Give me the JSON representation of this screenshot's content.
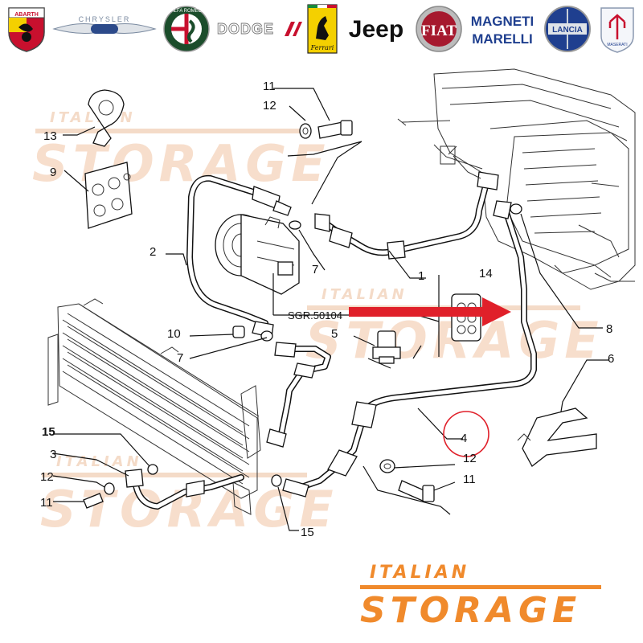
{
  "brands": [
    {
      "key": "abarth",
      "label": "ABARTH",
      "color": "#c8102e"
    },
    {
      "key": "chrysler",
      "label": "CHRYSLER",
      "color": "#7a8aa0"
    },
    {
      "key": "alfa",
      "label": "ALFA ROMEO",
      "color": "#1b4d2b"
    },
    {
      "key": "dodge",
      "label": "DODGE",
      "color": "#c8102e"
    },
    {
      "key": "ferrari",
      "label": "Ferrari",
      "color": "#f4d000"
    },
    {
      "key": "jeep",
      "label": "Jeep",
      "color": "#111111"
    },
    {
      "key": "fiat",
      "label": "FIAT",
      "color": "#a6192e"
    },
    {
      "key": "magneti",
      "label_1": "MAGNETI",
      "label_2": "MARELLI",
      "color": "#1f3f8f"
    },
    {
      "key": "lancia",
      "label": "LANCIA",
      "color": "#1f3f8f"
    },
    {
      "key": "maserati",
      "label": "MASERATI",
      "color": "#1f3f8f"
    }
  ],
  "callouts": {
    "c1": "1",
    "c2": "2",
    "c3": "3",
    "c4": "4",
    "c5": "5",
    "c6": "6",
    "c7a": "7",
    "c7b": "7",
    "c8": "8",
    "c9": "9",
    "c10": "10",
    "c11a": "11",
    "c11b": "11",
    "c11c": "11",
    "c12a": "12",
    "c12b": "12",
    "c12c": "12",
    "c13": "13",
    "c14": "14",
    "c15a": "15",
    "c15b": "15"
  },
  "reference_label": "SGR.50104",
  "watermark": {
    "top": "ITALIAN",
    "bottom": "STORAGE"
  },
  "logo": {
    "top": "ITALIAN",
    "bottom": "STORAGE"
  },
  "colors": {
    "accent_orange": "#f08a2c",
    "highlight_red": "#e0202a"
  }
}
